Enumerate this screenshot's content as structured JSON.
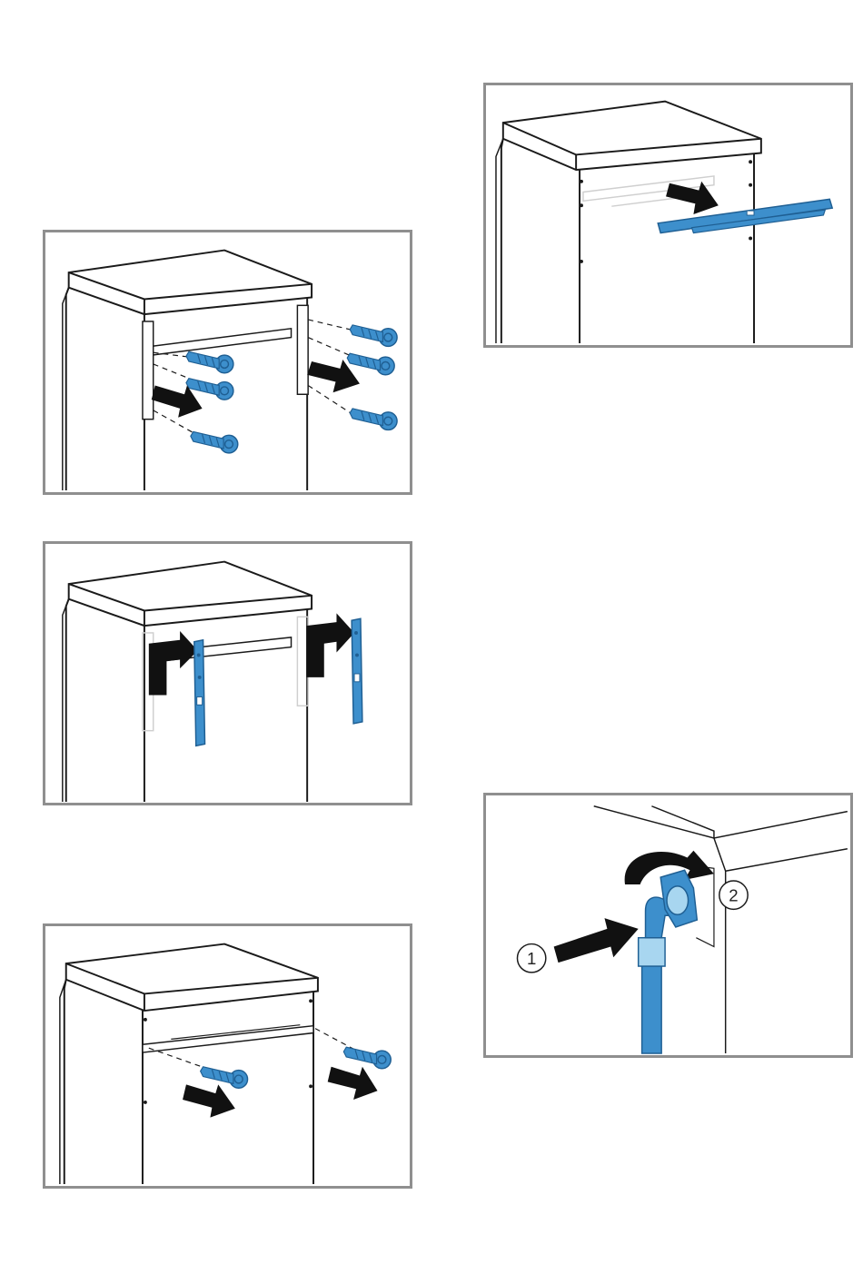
{
  "figures": [
    {
      "id": "remove-transport-screws-side"
    },
    {
      "id": "remove-side-brackets"
    },
    {
      "id": "remove-transport-screws-rear"
    },
    {
      "id": "remove-rear-rail"
    },
    {
      "id": "connect-water-hose",
      "callouts": [
        "1",
        "2"
      ]
    }
  ],
  "colors": {
    "part": "#3d8fcc",
    "part_dark": "#1f5f93",
    "arrow": "#111111",
    "frame": "#8f8f8f",
    "line": "#1a1a1a"
  },
  "icons": [
    "screw-icon",
    "push-arrow-icon",
    "rotate-arrow-icon"
  ]
}
